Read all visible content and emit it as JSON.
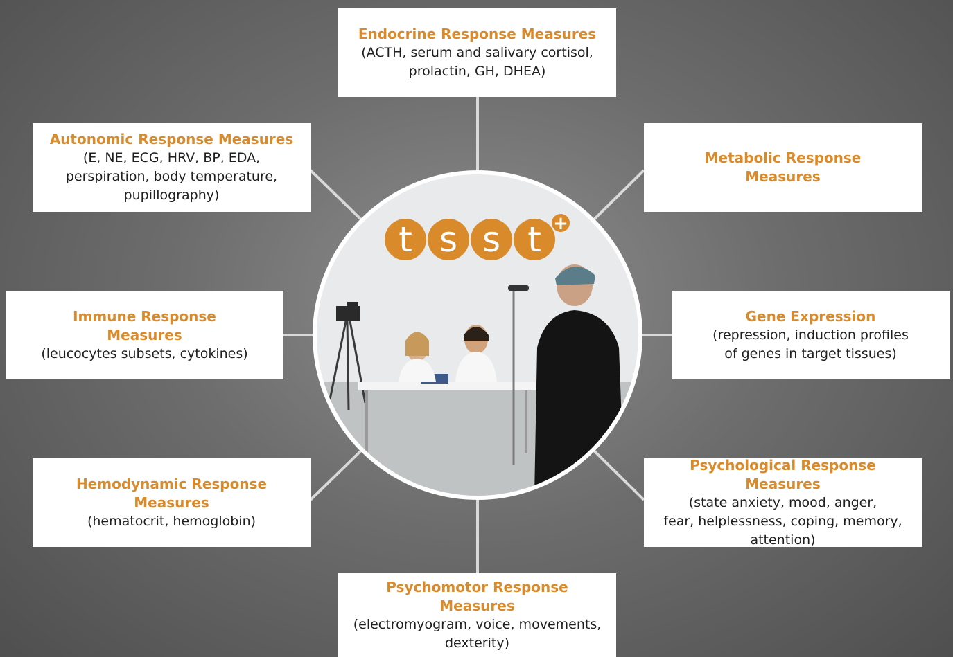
{
  "center": {
    "logo_text": "tsst",
    "logo_superscript": "+",
    "logo_color": "#d98a2b"
  },
  "measures": [
    {
      "title": "Endocrine Response Measures",
      "detail": "(ACTH, serum and salivary cortisol,\nprolactin, GH, DHEA)"
    },
    {
      "title": "Autonomic Response Measures",
      "detail": "(E, NE, ECG, HRV, BP, EDA,\nperspiration, body temperature,\npupillography)"
    },
    {
      "title": "Metabolic Response\nMeasures",
      "detail": ""
    },
    {
      "title": "Immune Response\nMeasures",
      "detail": "(leucocytes subsets, cytokines)"
    },
    {
      "title": "Gene Expression",
      "detail": "(repression, induction profiles\nof genes in target tissues)"
    },
    {
      "title": "Hemodynamic Response\nMeasures",
      "detail": "(hematocrit, hemoglobin)"
    },
    {
      "title": "Psychological Response Measures",
      "detail": "(state anxiety, mood, anger,\nfear, helplessness, coping, memory,\nattention)"
    },
    {
      "title": "Psychomotor Response Measures",
      "detail": "(electromyogram, voice, movements,\ndexterity)"
    }
  ],
  "colors": {
    "title_accent": "#d98a2b",
    "connector": "#d9d9d9",
    "box_background": "#ffffff"
  }
}
